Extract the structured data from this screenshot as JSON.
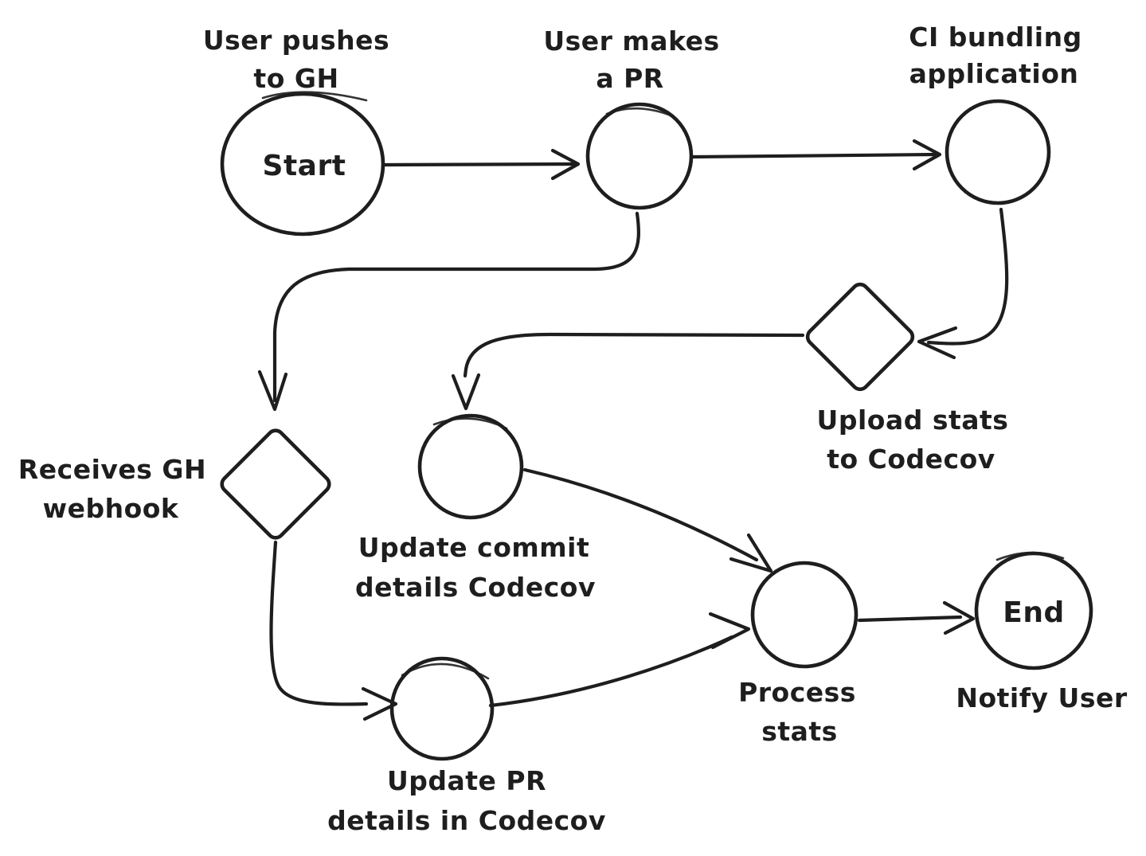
{
  "diagram": {
    "type": "flowchart",
    "style": "hand-drawn",
    "colors": {
      "background": "#ffffff",
      "stroke": "#1e1e1e",
      "text": "#1e1e1e"
    },
    "nodes": {
      "start": {
        "shape": "ellipse",
        "text": "Start",
        "label": [
          "User pushes",
          "to GH"
        ]
      },
      "user_makes_pr": {
        "shape": "circle",
        "label": [
          "User makes",
          "a PR"
        ]
      },
      "ci_bundling": {
        "shape": "circle",
        "label": [
          "CI bundling",
          "application"
        ]
      },
      "upload_stats": {
        "shape": "diamond",
        "label": [
          "Upload stats",
          "to Codecov"
        ]
      },
      "receives_webhook": {
        "shape": "diamond",
        "label": [
          "Receives GH",
          "webhook"
        ]
      },
      "update_commit": {
        "shape": "circle",
        "label": [
          "Update commit",
          "details Codecov"
        ]
      },
      "update_pr": {
        "shape": "circle",
        "label": [
          "Update PR",
          "details in Codecov"
        ]
      },
      "process_stats": {
        "shape": "circle",
        "label": [
          "Process",
          "stats"
        ]
      },
      "end": {
        "shape": "circle",
        "text": "End",
        "label": [
          "Notify User"
        ]
      }
    },
    "edges": [
      {
        "from": "start",
        "to": "user_makes_pr"
      },
      {
        "from": "user_makes_pr",
        "to": "ci_bundling"
      },
      {
        "from": "user_makes_pr",
        "to": "receives_webhook"
      },
      {
        "from": "ci_bundling",
        "to": "upload_stats"
      },
      {
        "from": "upload_stats",
        "to": "update_commit"
      },
      {
        "from": "receives_webhook",
        "to": "update_pr"
      },
      {
        "from": "update_commit",
        "to": "process_stats"
      },
      {
        "from": "update_pr",
        "to": "process_stats"
      },
      {
        "from": "process_stats",
        "to": "end"
      }
    ]
  }
}
